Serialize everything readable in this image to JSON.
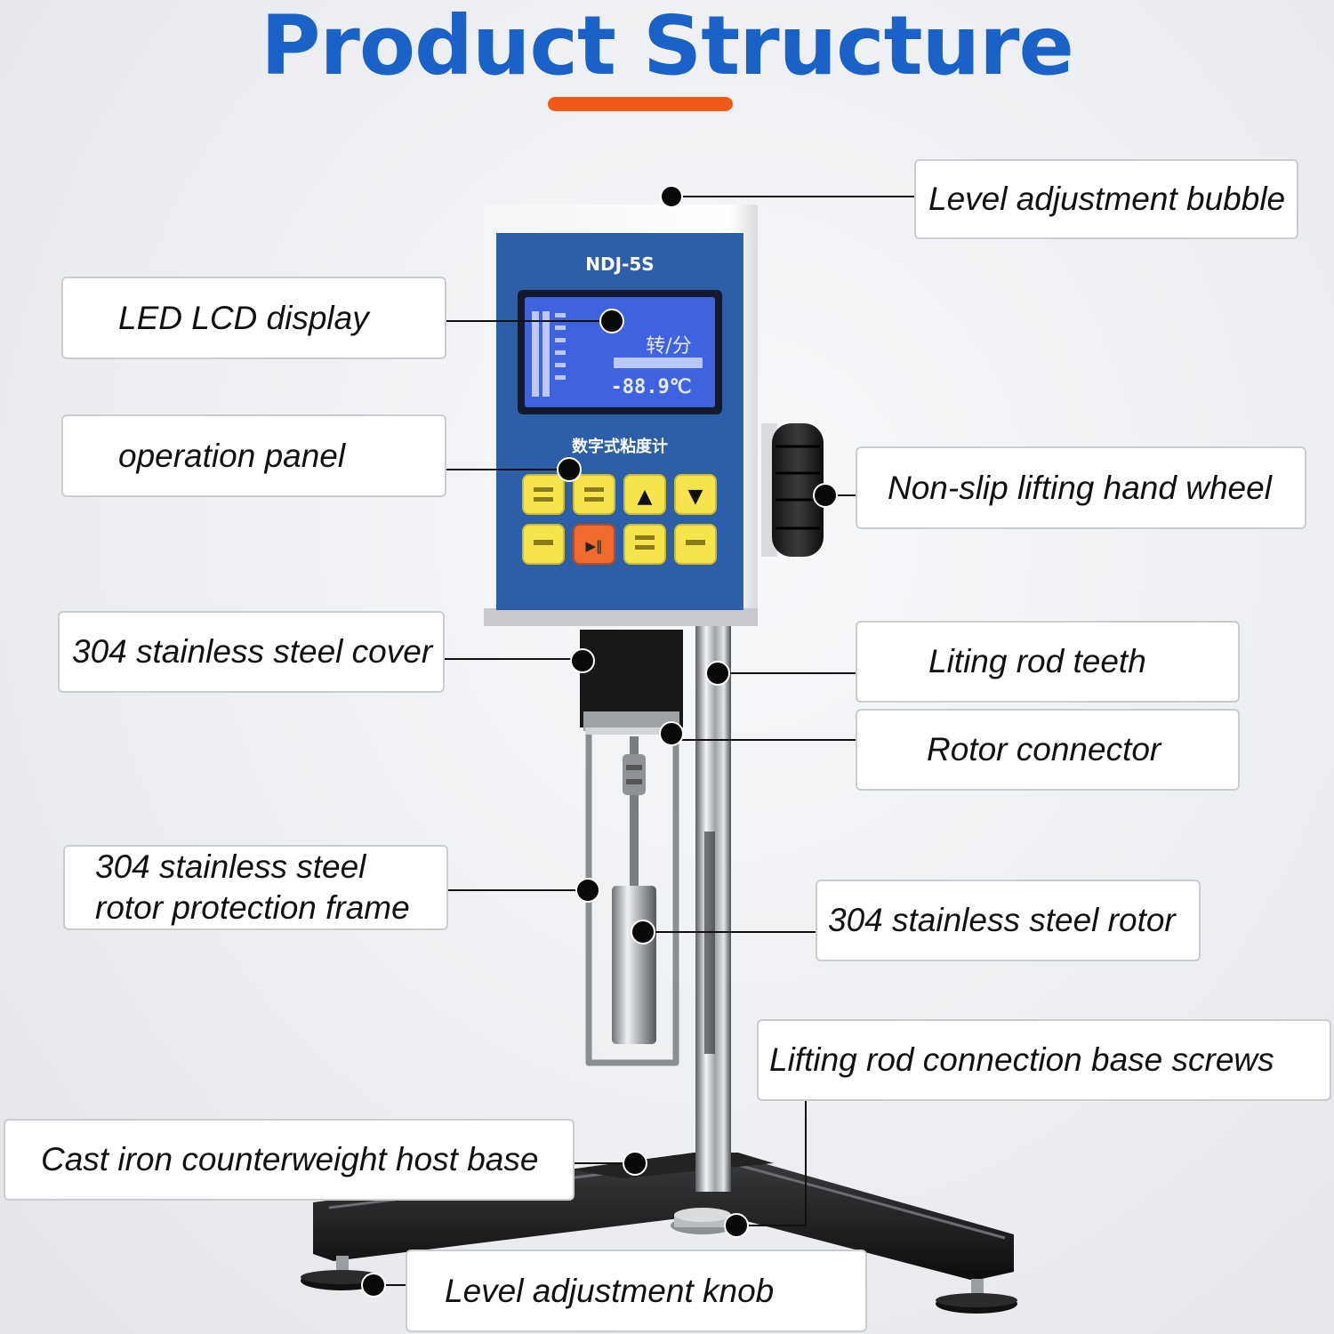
{
  "title": "Product Structure",
  "colors": {
    "title": "#1a62c8",
    "title_bar": "#f15a16",
    "panel_blue": "#2c5fa8",
    "lcd_blue": "#3f63e0",
    "key_yellow": "#f7e44d",
    "key_orange": "#ef6a2c"
  },
  "device": {
    "model": "NDJ-5S",
    "panel_name": "数字式粘度计",
    "lcd_reading": "-88.9℃",
    "lcd_unit": "转/分",
    "keys": [
      {
        "label": "",
        "icon": "grid"
      },
      {
        "label": "",
        "icon": "grid"
      },
      {
        "label": "▲",
        "icon": "up-arrow"
      },
      {
        "label": "▼",
        "icon": "down-arrow"
      },
      {
        "label": "",
        "icon": "grid"
      },
      {
        "label": "▶‖",
        "icon": "play-pause"
      },
      {
        "label": "",
        "icon": "grid"
      },
      {
        "label": "",
        "icon": "grid"
      }
    ]
  },
  "callouts": [
    {
      "id": "level-adjustment-bubble",
      "text": "Level adjustment bubble"
    },
    {
      "id": "led-lcd-display",
      "text": "LED LCD display"
    },
    {
      "id": "operation-panel",
      "text": "operation panel"
    },
    {
      "id": "non-slip-lifting-hand-wheel",
      "text": "Non-slip lifting hand wheel"
    },
    {
      "id": "stainless-steel-cover",
      "text": "304 stainless steel cover"
    },
    {
      "id": "liting-rod-teeth",
      "text": "Liting rod teeth"
    },
    {
      "id": "rotor-connector",
      "text": "Rotor connector"
    },
    {
      "id": "rotor-protection-frame",
      "line1": "304 stainless steel",
      "line2": "rotor protection frame"
    },
    {
      "id": "stainless-steel-rotor",
      "text": "304 stainless steel rotor"
    },
    {
      "id": "lifting-rod-connection-base-screws",
      "text": "Lifting rod connection base screws"
    },
    {
      "id": "cast-iron-counterweight-host-base",
      "text": "Cast iron counterweight host base"
    },
    {
      "id": "level-adjustment-knob",
      "text": "Level adjustment knob"
    }
  ]
}
